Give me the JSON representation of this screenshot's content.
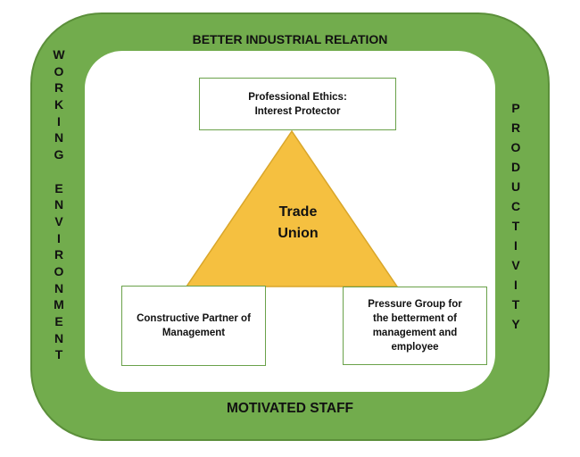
{
  "frame": {
    "top_label": "BETTER INDUSTRIAL RELATION",
    "bottom_label": "MOTIVATED STAFF",
    "left_label": "WORKING ENVIRONMENT",
    "right_label": "PRODUCTIVITY"
  },
  "center": {
    "line1": "Trade",
    "line2": "Union"
  },
  "boxes": {
    "top": {
      "line1": "Professional Ethics:",
      "line2": "Interest Protector"
    },
    "left": {
      "text": "Constructive Partner of Management"
    },
    "right": {
      "text": "Pressure Group for the betterment of management and employee"
    }
  },
  "colors": {
    "frame_green": "#72ac4d",
    "triangle_fill": "#f5c040",
    "triangle_stroke": "#d9a62a"
  }
}
